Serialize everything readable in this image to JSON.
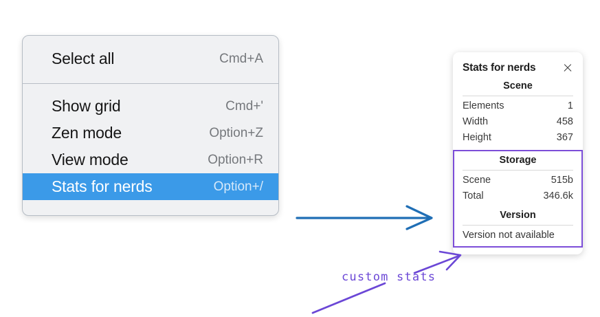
{
  "context_menu": {
    "sections": [
      {
        "items": [
          {
            "label": "Select all",
            "shortcut": "Cmd+A",
            "highlighted": false
          }
        ]
      },
      {
        "items": [
          {
            "label": "Show grid",
            "shortcut": "Cmd+'",
            "highlighted": false
          },
          {
            "label": "Zen mode",
            "shortcut": "Option+Z",
            "highlighted": false
          },
          {
            "label": "View mode",
            "shortcut": "Option+R",
            "highlighted": false
          },
          {
            "label": "Stats for nerds",
            "shortcut": "Option+/",
            "highlighted": true
          }
        ]
      }
    ],
    "colors": {
      "background": "#f0f1f3",
      "highlight": "#3b9ae8",
      "border": "#b5bcc4"
    }
  },
  "stats_panel": {
    "title": "Stats for nerds",
    "close_icon": "close-icon",
    "scene": {
      "heading": "Scene",
      "rows": [
        {
          "key": "Elements",
          "value": "1"
        },
        {
          "key": "Width",
          "value": "458"
        },
        {
          "key": "Height",
          "value": "367"
        }
      ]
    },
    "storage": {
      "heading": "Storage",
      "rows": [
        {
          "key": "Scene",
          "value": "515b"
        },
        {
          "key": "Total",
          "value": "346.6k"
        }
      ]
    },
    "version": {
      "heading": "Version",
      "text": "Version not available"
    },
    "highlight_color": "#7c4dd8"
  },
  "annotations": {
    "label": "custom stats",
    "blue_arrow_color": "#1f6eb5",
    "purple_color": "#6b47d6"
  }
}
